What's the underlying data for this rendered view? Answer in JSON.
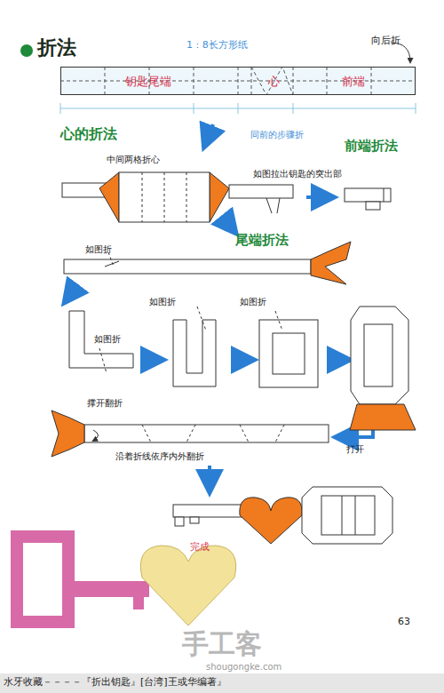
{
  "diagram": {
    "title": "折法",
    "nodes": [
      {
        "text": [
          "钥匙尾端",
          "心",
          "前端"
        ]
      }
    ],
    "labels": [
      "1 : 8长方形纸",
      "向后折",
      "心的折法",
      "同前的步骤折",
      "前端折法",
      "中间两格折心",
      "如图拉出钥匙的突出部",
      "尾端折法",
      "如图折",
      "如图折",
      "如图折",
      "如图折",
      "撑开翻折",
      "打开",
      "沿着折线依序内外翻折",
      "完成",
      "63",
      "手工客",
      "shougongke.com",
      "水牙收藏－－－－『折出钥匙』[台湾]王或华编著』"
    ]
  }
}
